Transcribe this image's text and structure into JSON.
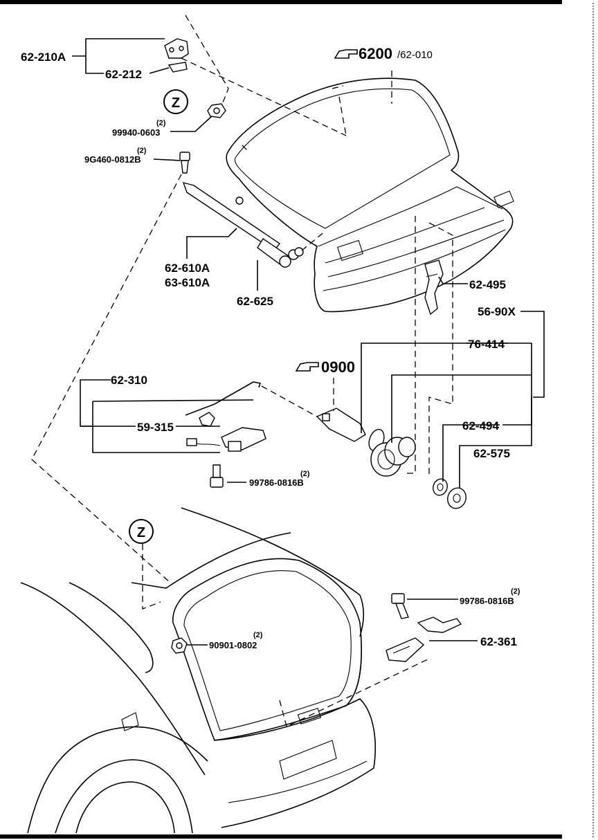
{
  "callouts": {
    "c_62_210A": "62-210A",
    "c_62_212": "62-212",
    "c_99940_0603": "99940-0603",
    "c_99940_qty": "(2)",
    "c_9G460": "9G460-0812B",
    "c_9G460_qty": "(2)",
    "c_62_610A": "62-610A",
    "c_63_610A": "63-610A",
    "c_62_625": "62-625",
    "c_62_495": "62-495",
    "c_56_90X": "56-90X",
    "c_76_414": "76-414",
    "c_62_310": "62-310",
    "c_59_315": "59-315",
    "c_99786_a": "99786-0816B",
    "c_99786_a_qty": "(2)",
    "c_62_494": "62-494",
    "c_62_575": "62-575",
    "c_90901": "90901-0802",
    "c_90901_qty": "(2)",
    "c_99786_b": "99786-0816B",
    "c_99786_b_qty": "(2)",
    "c_62_361": "62-361"
  },
  "refs": {
    "r_6200": "6200",
    "r_6200_sub": "/62-010",
    "r_0900": "0900"
  },
  "markers": {
    "z_top": "Z",
    "z_bottom": "Z"
  }
}
